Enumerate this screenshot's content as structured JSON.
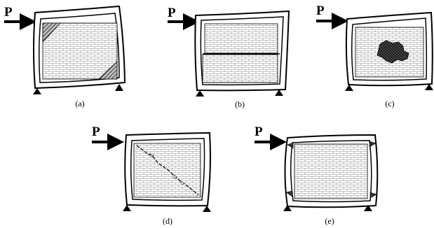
{
  "panels": [
    {
      "id": "a",
      "load": "P",
      "caption": "(a)"
    },
    {
      "id": "b",
      "load": "P",
      "caption": "(b)"
    },
    {
      "id": "c",
      "load": "P",
      "caption": "(c)"
    },
    {
      "id": "d",
      "load": "P",
      "caption": "(d)"
    },
    {
      "id": "e",
      "load": "P",
      "caption": "(e)"
    }
  ]
}
